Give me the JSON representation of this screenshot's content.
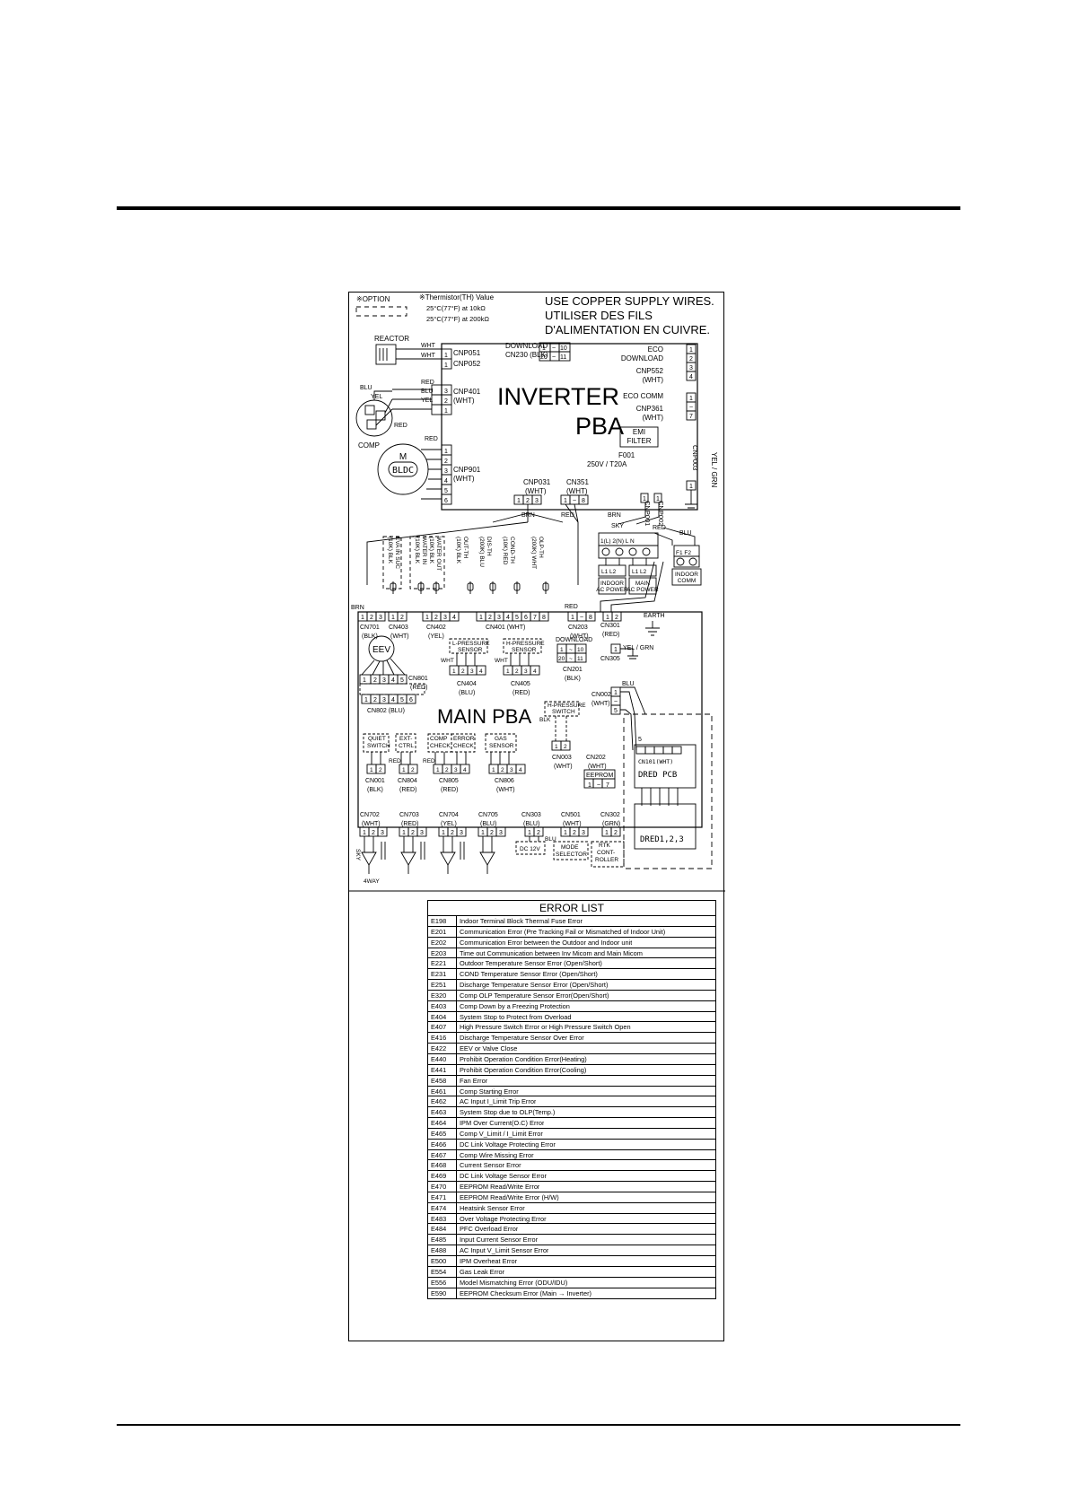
{
  "notes": {
    "option": "※OPTION",
    "thermistor_title": "※Thermistor(TH) Value",
    "thermistor_1": "25°C(77°F) at 10kΩ",
    "thermistor_2": "25°C(77°F) at 200kΩ",
    "copper_1": "USE COPPER SUPPLY WIRES.",
    "copper_2": "UTILISER DES FILS",
    "copper_3": "D'ALIMENTATION EN CUIVRE."
  },
  "inverter": {
    "title_1": "INVERTER",
    "title_2": "PBA",
    "reactor": "REACTOR",
    "comp": "COMP",
    "download_1": "DOWNLOAD",
    "download_2": "CN230 (BLK)",
    "eco_download_1": "ECO",
    "eco_download_2": "DOWNLOAD",
    "cnp552_1": "CNP552",
    "cnp552_2": "(WHT)",
    "eco_comm": "ECO COMM",
    "cnp361_1": "CNP361",
    "cnp361_2": "(WHT)",
    "emi_1": "EMI",
    "emi_2": "FILTER",
    "fuse_1": "F001",
    "fuse_2": "250V / T20A",
    "cnp051": "CNP051",
    "cnp052": "CNP052",
    "cnp401_1": "CNP401",
    "cnp401_2": "(WHT)",
    "cnp901_1": "CNP901",
    "cnp901_2": "(WHT)",
    "cnp031_1": "CNP031",
    "cnp031_2": "(WHT)",
    "cn351_1": "CN351",
    "cn351_2": "(WHT)",
    "cnp003": "CNP003",
    "cnp001": "CNP001",
    "cnp002": "CNP002",
    "yel_grn": "YEL / GRN",
    "indoor_ac_1": "INDOOR",
    "indoor_ac_2": "AC POWER",
    "main_ac_1": "MAIN",
    "main_ac_2": "AC POWER",
    "indoor_comm_1": "INDOOR",
    "indoor_comm_2": "COMM"
  },
  "main": {
    "title": "MAIN PBA",
    "eev": "EEV",
    "earth": "EARTH",
    "cn701": "CN701",
    "cn701_c": "(BLK)",
    "cn403": "CN403",
    "cn403_c": "(WHT)",
    "cn402": "CN402",
    "cn402_c": "(YEL)",
    "cn401": "CN401 (WHT)",
    "cn203": "CN203",
    "cn203_c": "(WHT)",
    "cn301": "CN301",
    "cn301_c": "(RED)",
    "cn305": "CN305",
    "cn801": "CN801",
    "cn801_c": "(RED)",
    "cn802": "CN802 (BLU)",
    "cn404": "CN404",
    "cn404_c": "(BLU)",
    "cn405": "CN405",
    "cn405_c": "(RED)",
    "cn201": "CN201",
    "cn201_c": "(BLK)",
    "cn002": "CN002",
    "cn002_c": "(WHT)",
    "cn003": "CN003",
    "cn003_c": "(WHT)",
    "cn202": "CN202",
    "cn202_c": "(WHT)",
    "eeprom": "EEPROM",
    "cn001": "CN001",
    "cn001_c": "(BLK)",
    "cn804": "CN804",
    "cn804_c": "(RED)",
    "cn805": "CN805",
    "cn805_c": "(RED)",
    "cn806": "CN806",
    "cn806_c": "(WHT)",
    "cn702": "CN702",
    "cn702_c": "(WHT)",
    "cn703": "CN703",
    "cn703_c": "(RED)",
    "cn704": "CN704",
    "cn704_c": "(YEL)",
    "cn705": "CN705",
    "cn705_c": "(BLU)",
    "cn303": "CN303",
    "cn303_c": "(BLU)",
    "cn501": "CN501",
    "cn501_c": "(WHT)",
    "cn302": "CN302",
    "cn302_c": "(GRN)",
    "lp_sensor": "L-PRESSURE\nSENSOR",
    "hp_sensor": "H-PRESSURE\nSENSOR",
    "hp_switch": "H-PRESSURE\nSWITCH",
    "quiet": "QUIET\nSWITCH",
    "ext": "EXT-\nCTRL",
    "comp_check": "COMP\nCHECK",
    "error_check": "ERROR\nCHECK",
    "gas_sensor": "GAS\nSENSOR",
    "dc12": "DC 12V",
    "mode_selector": "MODE\nSELECTOR",
    "rtk": "RTK\nCONT-\nROLLER",
    "fourway": "4WAY",
    "dred_cn": "CN101(WHT)",
    "dred_pcb": "DRED  PCB",
    "dred_bottom": "DRED1,2,3",
    "dl_download": "DOWNLOAD",
    "sensor_labels": [
      "EVA IN SUC",
      "(10K) BLK",
      "WATER IN",
      "(10K) BLK",
      "WATER OUT",
      "(10K) BLK",
      "OUT-TH",
      "(10K) BLK",
      "DIS-TH",
      "(200K) BLU",
      "COND-TH",
      "(10K) RED",
      "OLP-TH",
      "(200K) WHT"
    ]
  },
  "errors": {
    "title": "ERROR LIST",
    "items": [
      {
        "code": "E198",
        "text": "Indoor Terminal Block Thermal Fuse Error"
      },
      {
        "code": "E201",
        "text": "Communication Error (Pre Tracking Fail or Mismatched of Indoor Unit)"
      },
      {
        "code": "E202",
        "text": "Communication Error between the Outdoor and Indoor unit"
      },
      {
        "code": "E203",
        "text": "Time out Communication between Inv Micom and Main Micom"
      },
      {
        "code": "E221",
        "text": "Outdoor Temperature Sensor Error (Open/Short)"
      },
      {
        "code": "E231",
        "text": "COND Temperature Sensor Error (Open/Short)"
      },
      {
        "code": "E251",
        "text": "Discharge Temperature Sensor Error (Open/Short)"
      },
      {
        "code": "E320",
        "text": "Comp OLP Temperature Sensor Error(Open/Short)"
      },
      {
        "code": "E403",
        "text": "Comp Down by a Freezing Protection"
      },
      {
        "code": "E404",
        "text": "System Stop to Protect from Overload"
      },
      {
        "code": "E407",
        "text": "High Pressure Switch Error or High Pressure Switch Open"
      },
      {
        "code": "E416",
        "text": "Discharge Temperature Sensor Over Error"
      },
      {
        "code": "E422",
        "text": "EEV or Valve Close"
      },
      {
        "code": "E440",
        "text": "Prohibit Operation Condition Error(Heating)"
      },
      {
        "code": "E441",
        "text": "Prohibit Operation Condition Error(Cooling)"
      },
      {
        "code": "E458",
        "text": "Fan Error"
      },
      {
        "code": "E461",
        "text": "Comp Starting Error"
      },
      {
        "code": "E462",
        "text": "AC Input I_Limit Trip Error"
      },
      {
        "code": "E463",
        "text": "System Stop due to OLP(Temp.)"
      },
      {
        "code": "E464",
        "text": "IPM Over Current(O.C) Error"
      },
      {
        "code": "E465",
        "text": "Comp V_Limit / I_Limit Error"
      },
      {
        "code": "E466",
        "text": "DC Link Voltage Protecting Error"
      },
      {
        "code": "E467",
        "text": "Comp Wire Missing Error"
      },
      {
        "code": "E468",
        "text": "Current Sensor Error"
      },
      {
        "code": "E469",
        "text": "DC Link Voltage Sensor Error"
      },
      {
        "code": "E470",
        "text": "EEPROM Read/Write Error"
      },
      {
        "code": "E471",
        "text": "EEPROM Read/Write Error (H/W)"
      },
      {
        "code": "E474",
        "text": "Heatsink Sensor Error"
      },
      {
        "code": "E483",
        "text": "Over Voltage Protecting Error"
      },
      {
        "code": "E484",
        "text": "PFC Overload Error"
      },
      {
        "code": "E485",
        "text": "Input Current Sensor Error"
      },
      {
        "code": "E488",
        "text": "AC Input V_Limit Sensor Error"
      },
      {
        "code": "E500",
        "text": "IPM Overheat Error"
      },
      {
        "code": "E554",
        "text": "Gas Leak Error"
      },
      {
        "code": "E556",
        "text": "Model Mismatching Error (ODU/IDU)"
      },
      {
        "code": "E590",
        "text": "EEPROM Checksum Error (Main → Inverter)"
      }
    ]
  }
}
